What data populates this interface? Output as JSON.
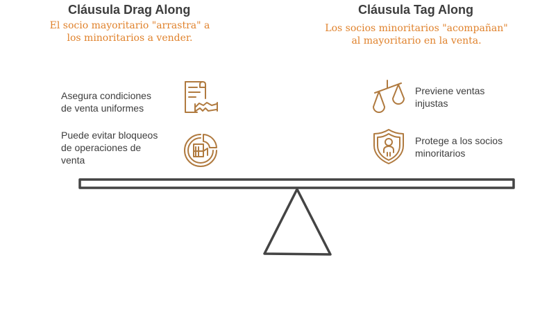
{
  "left": {
    "title": "Cláusula Drag Along",
    "subtitle_line1": "El socio mayoritario \"arrastra\" a",
    "subtitle_line2": "los minoritarios a vender.",
    "items": [
      {
        "line1": "Asegura condiciones",
        "line2": "de venta uniformes",
        "line3": "",
        "icon": "contract-handshake-icon"
      },
      {
        "line1": "Puede evitar bloqueos",
        "line2": "de operaciones de",
        "line3": "venta",
        "icon": "blocked-process-icon"
      }
    ]
  },
  "right": {
    "title": "Cláusula Tag Along",
    "subtitle_line1": "Los socios minoritarios \"acompañan\"",
    "subtitle_line2": "al mayoritario en la venta.",
    "items": [
      {
        "line1": "Previene ventas",
        "line2": "injustas",
        "icon": "balance-scale-icon"
      },
      {
        "line1": "Protege a los socios",
        "line2": "minoritarios",
        "icon": "shield-person-icon"
      }
    ]
  },
  "colors": {
    "accent": "#e0822c",
    "icon": "#b07a3f",
    "text": "#3d3d3d",
    "stroke": "#444444"
  }
}
